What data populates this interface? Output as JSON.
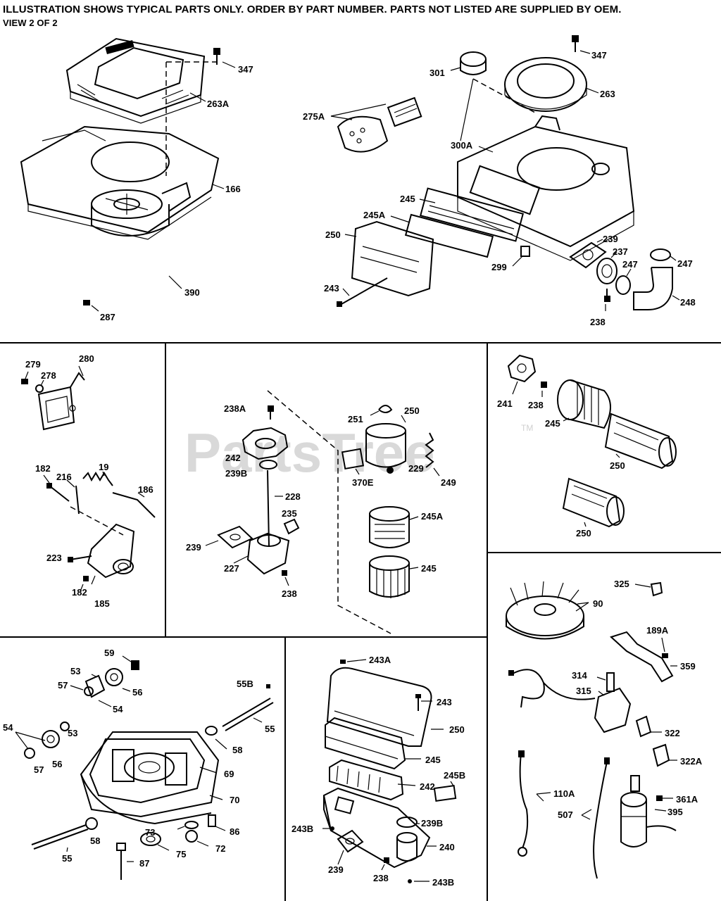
{
  "header": {
    "line1": "ILLUSTRATION SHOWS TYPICAL PARTS ONLY. ORDER BY PART NUMBER. PARTS NOT LISTED ARE SUPPLIED BY OEM.",
    "line2": "VIEW 2 OF 2"
  },
  "watermark": {
    "text": "PartsTree",
    "trademark": "TM"
  },
  "sections": {
    "top": {
      "labels": [
        "347",
        "263A",
        "166",
        "390",
        "287",
        "301",
        "347",
        "263",
        "275A",
        "300A",
        "245",
        "245A",
        "250",
        "243",
        "299",
        "239",
        "237",
        "247",
        "247",
        "248",
        "238"
      ]
    },
    "carburetor_linkage": {
      "labels": [
        "279",
        "278",
        "280",
        "182",
        "216",
        "19",
        "186",
        "223",
        "182",
        "185"
      ]
    },
    "air_cleaner_stack": {
      "labels": [
        "238A",
        "251",
        "250",
        "242",
        "239B",
        "370E",
        "229",
        "249",
        "228",
        "235",
        "245A",
        "239",
        "227",
        "238",
        "245"
      ]
    },
    "paper_filter_kit": {
      "labels": [
        "241",
        "238",
        "245",
        "250",
        "250"
      ]
    },
    "crankcase_cover": {
      "labels": [
        "59",
        "53",
        "57",
        "56",
        "54",
        "55B",
        "55",
        "54",
        "53",
        "56",
        "57",
        "58",
        "69",
        "70",
        "58",
        "73",
        "86",
        "72",
        "75",
        "55",
        "87"
      ]
    },
    "air_box_kit": {
      "labels": [
        "243A",
        "243",
        "250",
        "245",
        "242",
        "245B",
        "239B",
        "243B",
        "240",
        "239",
        "238",
        "243B"
      ]
    },
    "ignition_starter": {
      "labels": [
        "325",
        "90",
        "189A",
        "359",
        "314",
        "315",
        "322",
        "322A",
        "110A",
        "361A",
        "507",
        "395"
      ]
    }
  }
}
